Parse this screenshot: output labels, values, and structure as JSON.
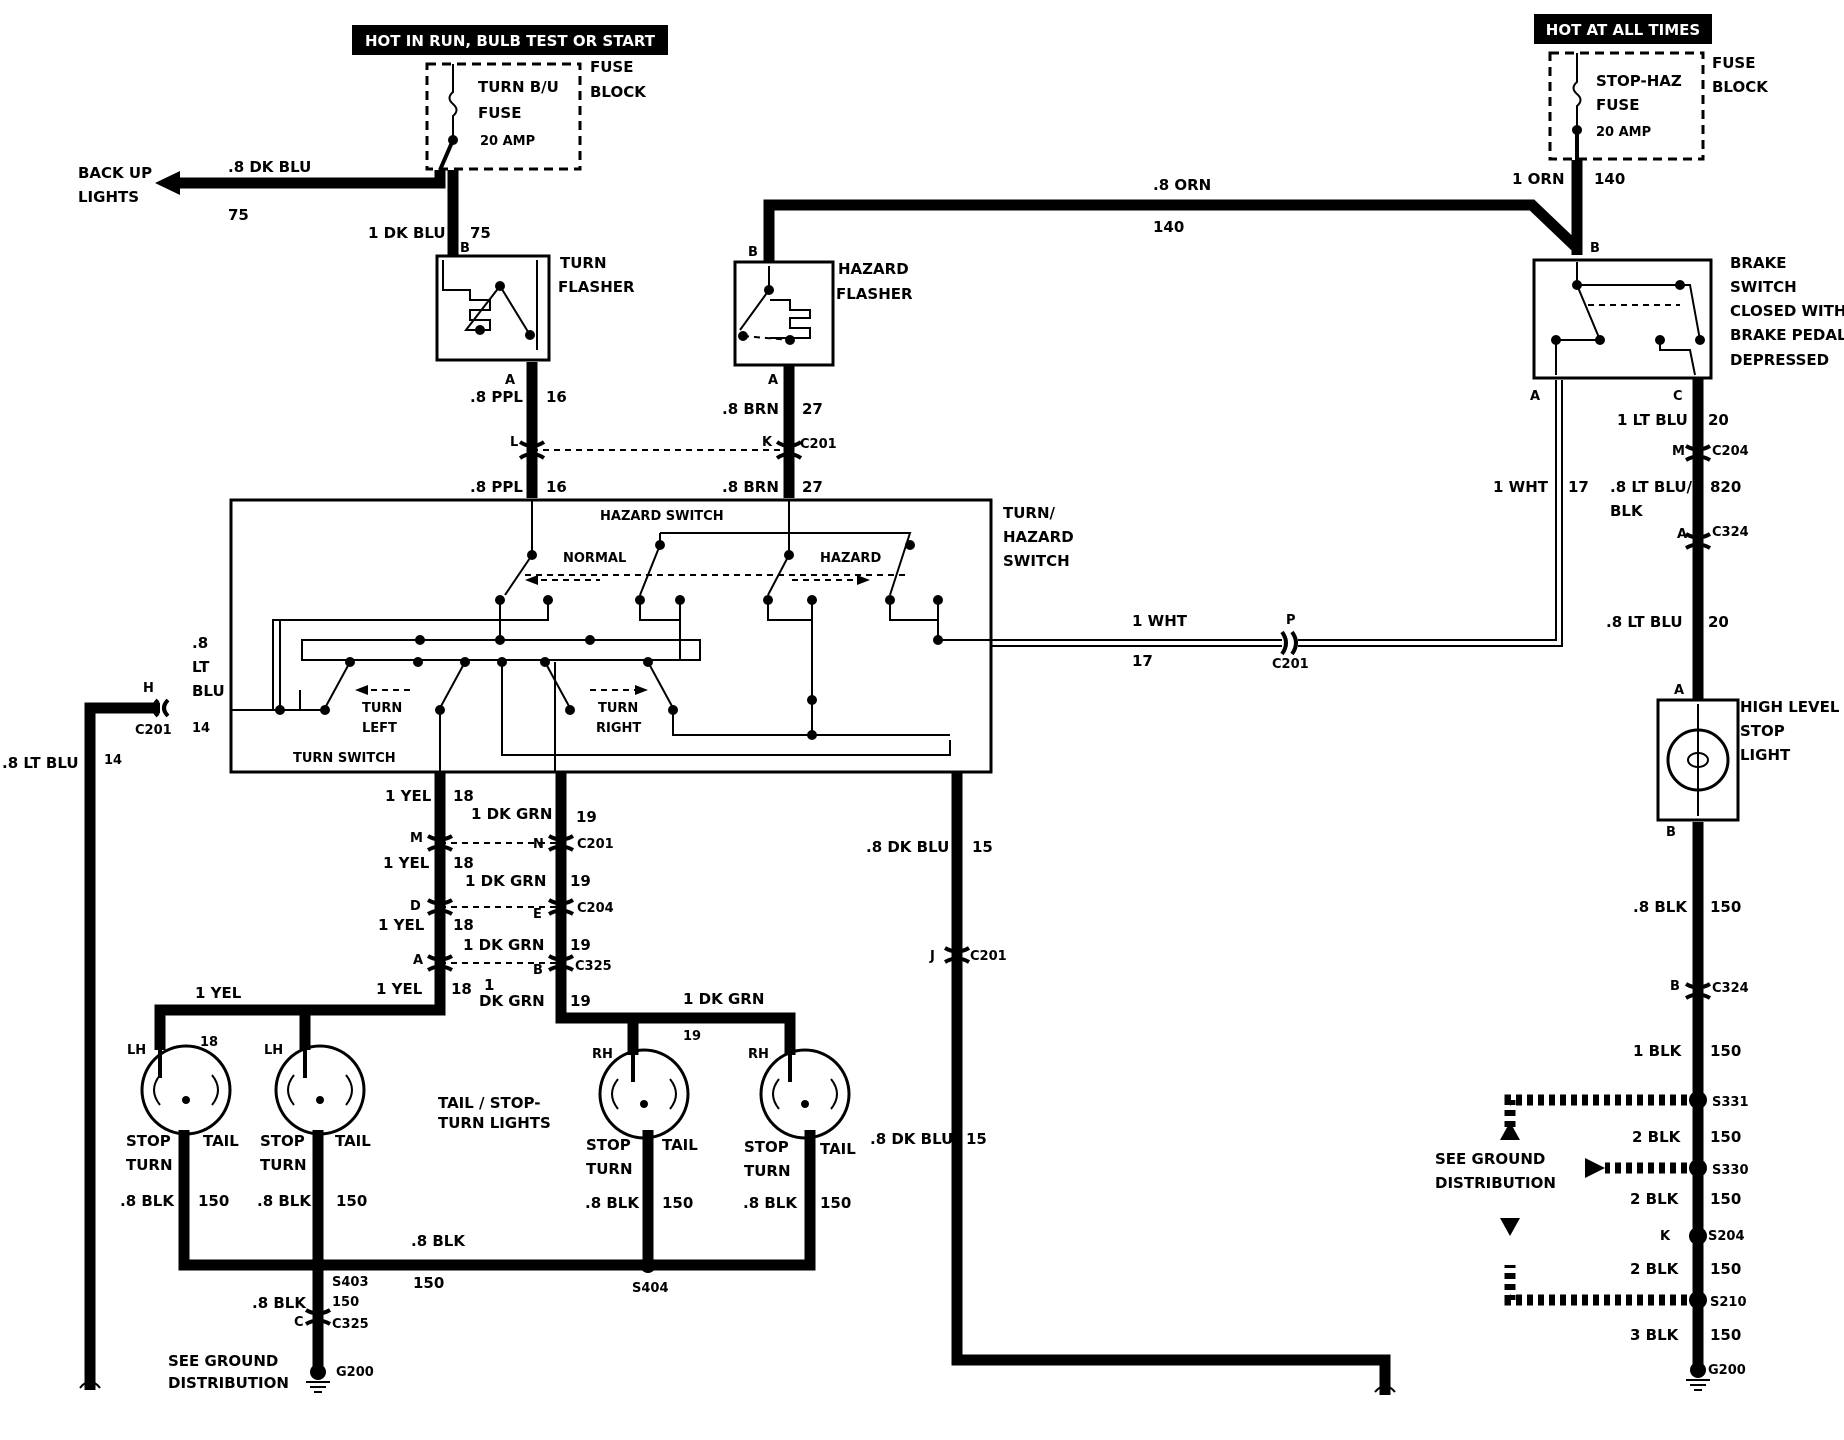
{
  "header_labels": {
    "hot_in_run": "HOT IN RUN, BULB TEST OR START",
    "hot_at_all_times": "HOT AT ALL TIMES"
  },
  "fuse_left": {
    "name_1": "TURN B/U",
    "name_2": "FUSE",
    "rating": "20 AMP",
    "block_1": "FUSE",
    "block_2": "BLOCK"
  },
  "fuse_right": {
    "name_1": "STOP-HAZ",
    "name_2": "FUSE",
    "rating": "20 AMP",
    "block_1": "FUSE",
    "block_2": "BLOCK"
  },
  "backup": {
    "label_1": "BACK UP",
    "label_2": "LIGHTS",
    "wire": ".8 DK BLU",
    "circuit": "75"
  },
  "turn_flasher": {
    "label_1": "TURN",
    "label_2": "FLASHER",
    "wire": "1 DK BLU",
    "circuit": "75",
    "pin_b": "B",
    "pin_a": "A"
  },
  "hazard_flasher": {
    "label_1": "HAZARD",
    "label_2": "FLASHER",
    "pin_b": "B",
    "pin_a": "A"
  },
  "orn_wire": {
    "wire": ".8 ORN",
    "circuit": "140",
    "wire_right": "1 ORN",
    "circuit_right": "140"
  },
  "brake_switch": {
    "line1": "BRAKE",
    "line2": "SWITCH",
    "line3": "CLOSED WITH",
    "line4": "BRAKE PEDAL",
    "line5": "DEPRESSED",
    "pin_b": "B",
    "pin_a": "A",
    "pin_c": "C"
  },
  "flasher_outputs": {
    "ppl_wire": ".8 PPL",
    "ppl_circuit": "16",
    "brn_wire": ".8 BRN",
    "brn_circuit": "27",
    "pin_l": "L",
    "pin_k": "K",
    "conn": "C201"
  },
  "switch": {
    "title_1": "TURN/",
    "title_2": "HAZARD",
    "title_3": "SWITCH",
    "hazard_switch": "HAZARD SWITCH",
    "normal": "NORMAL",
    "hazard": "HAZARD",
    "turn_switch": "TURN SWITCH",
    "turn_left_1": "TURN",
    "turn_left_2": "LEFT",
    "turn_right_1": "TURN",
    "turn_right_2": "RIGHT"
  },
  "left_wire": {
    "lt": ".8",
    "lt2": "LT",
    "lt3": "BLU",
    "pin": "H",
    "conn": "C201",
    "circuit": "14",
    "wire": ".8 LT BLU",
    "circuit2": "14"
  },
  "wht_wire": {
    "wire": "1 WHT",
    "circuit": "17",
    "pin": "P",
    "conn": "C201",
    "wire_vert": "1 WHT",
    "circuit_vert": "17"
  },
  "yel_grn": {
    "yel": "1 YEL",
    "grn": "1 DK GRN",
    "c18": "18",
    "c19": "19",
    "pin_m": "M",
    "pin_n": "N",
    "conn_c201": "C201",
    "pin_d": "D",
    "pin_e": "E",
    "conn_c204": "C204",
    "pin_a": "A",
    "pin_b": "B",
    "conn_c325": "C325",
    "grn_split_1": "1",
    "grn_split_2": "DK GRN"
  },
  "dkblu_15": {
    "wire": ".8 DK BLU",
    "circuit": "15",
    "pin": "J",
    "conn": "C201"
  },
  "brake_chain": {
    "wire1": "1 LT BLU",
    "c20": "20",
    "pin_m": "M",
    "conn_c204": "C204",
    "wire2_1": ".8 LT BLU/",
    "wire2_2": "BLK",
    "c820": "820",
    "pin_a": "A",
    "conn_c324": "C324",
    "wire3": ".8 LT BLU",
    "c20b": "20",
    "hl_1": "HIGH LEVEL",
    "hl_2": "STOP",
    "hl_3": "LIGHT",
    "hl_pin_a": "A",
    "hl_pin_b": "B",
    "blk1": ".8 BLK",
    "c150": "150",
    "pin_b2": "B",
    "conn_c324b": "C324",
    "blk2": "1 BLK",
    "s331": "S331",
    "blk3": "2 BLK",
    "s330": "S330",
    "blk4": "2 BLK",
    "pin_k": "K",
    "s204": "S204",
    "blk5": "2 BLK",
    "s210": "S210",
    "blk6": "3 BLK",
    "g200": "G200",
    "see_1": "SEE GROUND",
    "see_2": "DISTRIBUTION"
  },
  "lamps": {
    "lh": "LH",
    "rh": "RH",
    "stop": "STOP",
    "turn": "TURN",
    "tail": "TAIL",
    "blk": ".8 BLK",
    "c150": "150",
    "c18": "18",
    "c19": "19",
    "yel_top": "1 YEL",
    "yel_mid": "1 YEL",
    "grn_top": "1 DK GRN",
    "caption_1": "TAIL / STOP-",
    "caption_2": "TURN LIGHTS",
    "bus_wire": ".8 BLK",
    "bus_circuit": "150",
    "s403": "S403",
    "s404": "S404",
    "gnd_wire": ".8 BLK",
    "gnd_circuit": "150",
    "pin_c": "C",
    "conn_c325": "C325",
    "g200": "G200",
    "see_1": "SEE GROUND",
    "see_2": "DISTRIBUTION"
  }
}
